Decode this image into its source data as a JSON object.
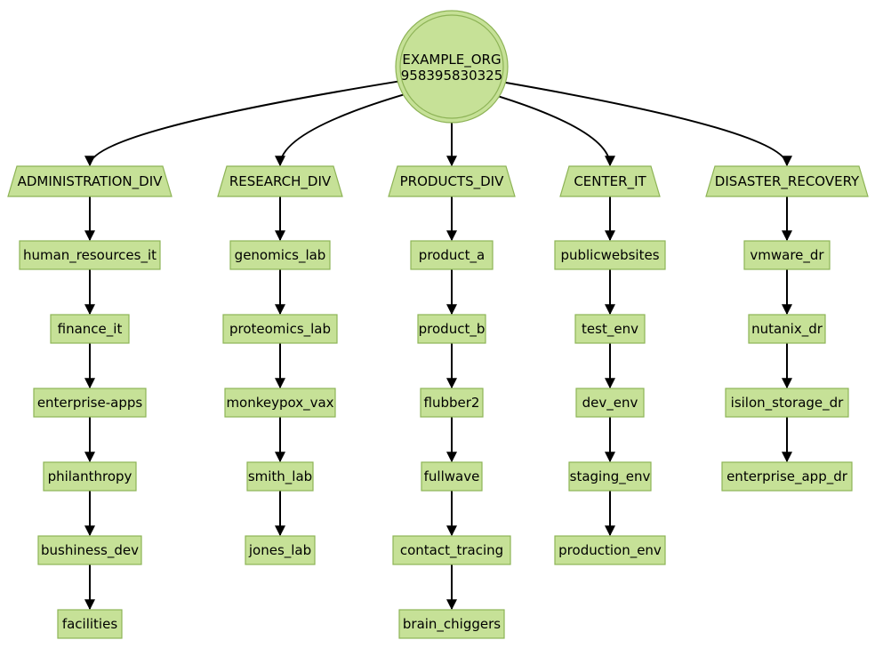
{
  "root": {
    "name": "EXAMPLE_ORG",
    "id": "958395830325"
  },
  "divisions": [
    {
      "label": "ADMINISTRATION_DIV",
      "children": [
        "human_resources_it",
        "finance_it",
        "enterprise-apps",
        "philanthropy",
        "bushiness_dev",
        "facilities"
      ]
    },
    {
      "label": "RESEARCH_DIV",
      "children": [
        "genomics_lab",
        "proteomics_lab",
        "monkeypox_vax",
        "smith_lab",
        "jones_lab"
      ]
    },
    {
      "label": "PRODUCTS_DIV",
      "children": [
        "product_a",
        "product_b",
        "flubber2",
        "fullwave",
        "contact_tracing",
        "brain_chiggers"
      ]
    },
    {
      "label": "CENTER_IT",
      "children": [
        "publicwebsites",
        "test_env",
        "dev_env",
        "staging_env",
        "production_env"
      ]
    },
    {
      "label": "DISASTER_RECOVERY",
      "children": [
        "vmware_dr",
        "nutanix_dr",
        "isilon_storage_dr",
        "enterprise_app_dr"
      ]
    }
  ],
  "colors": {
    "node_fill": "#c6e197",
    "node_stroke": "#8db356",
    "edge": "#000000"
  }
}
